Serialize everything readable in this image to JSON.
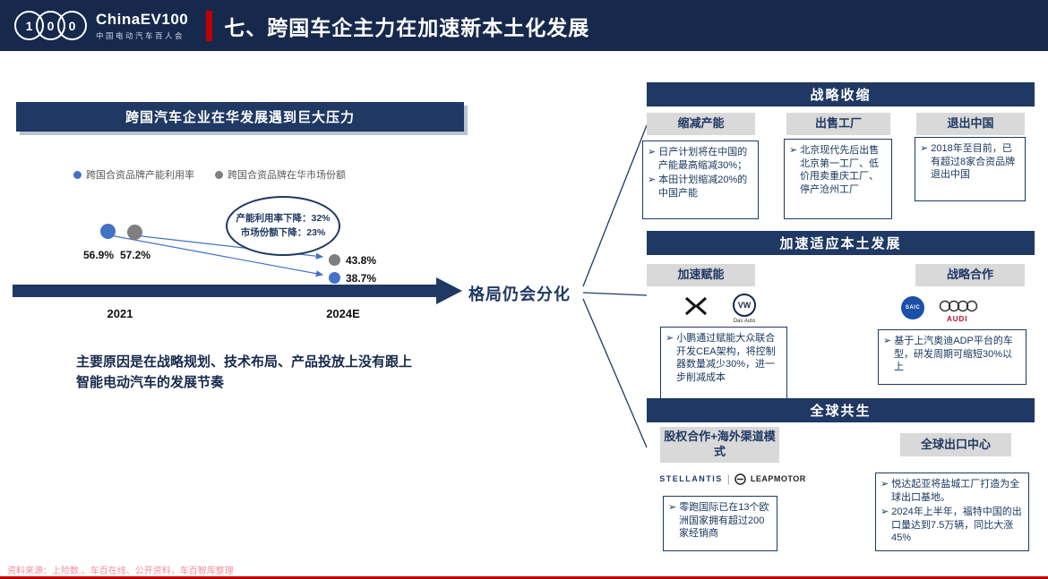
{
  "header": {
    "logo_digits": [
      "1",
      "0",
      "0"
    ],
    "brand": "ChinaEV100",
    "brand_sub": "中国电动汽车百人会",
    "title": "七、跨国车企主力在加速新本土化发展"
  },
  "left_panel": {
    "title": "跨国汽车企业在华发展遇到巨大压力",
    "legend": [
      {
        "label": "跨国合资品牌产能利用率",
        "color": "#4472c4"
      },
      {
        "label": "跨国合资品牌在华市场份额",
        "color": "#7f7f7f"
      }
    ],
    "callout": {
      "line1": "产能利用率下降：32%",
      "line2": "市场份额下降：23%"
    },
    "chart": {
      "blue_2021": "56.9%",
      "gray_2021": "57.2%",
      "gray_2024": "43.8%",
      "blue_2024": "38.7%",
      "x_2021": "2021",
      "x_2024": "2024E"
    },
    "note": "主要原因是在战略规划、技术布局、产品投放上没有跟上智能电动汽车的发展节奏"
  },
  "center": {
    "label": "格局仍会分化"
  },
  "sections": [
    {
      "title": "战略收缩",
      "columns": [
        {
          "header": "缩减产能",
          "bullets": [
            "➢ 日产计划将在中国的产能最高缩减30%；",
            "➢ 本田计划缩减20%的中国产能"
          ]
        },
        {
          "header": "出售工厂",
          "bullets": [
            "➢ 北京现代先后出售北京第一工厂、低价甩卖重庆工厂、停产沧州工厂"
          ]
        },
        {
          "header": "退出中国",
          "bullets": [
            "➢ 2018年至目前，已有超过8家合资品牌退出中国"
          ]
        }
      ]
    },
    {
      "title": "加速适应本土发展",
      "columns": [
        {
          "header": "加速赋能",
          "bullets": [
            "➢ 小鹏通过赋能大众联合开发CEA架构，将控制器数量减少30%，进一步削减成本"
          ]
        },
        {
          "header": "战略合作",
          "bullets": [
            "➢ 基于上汽奥迪ADP平台的车型，研发周期可缩短30%以上"
          ]
        }
      ]
    },
    {
      "title": "全球共生",
      "columns": [
        {
          "header": "股权合作+海外渠道模式",
          "bullets": [
            "➢ 零跑国际已在13个欧洲国家拥有超过200家经销商"
          ]
        },
        {
          "header": "全球出口中心",
          "bullets": [
            "➢ 悦达起亚将盐城工厂打造为全球出口基地。",
            "➢ 2024年上半年，福特中国的出口量达到7.5万辆，同比大涨45%"
          ]
        }
      ]
    }
  ],
  "logos": {
    "vw_monogram": "VW",
    "vw_caption": "Das Auto",
    "saic": "SAIC",
    "audi": "AUDI",
    "stellantis": "STELLANTIS",
    "separator": "|",
    "leapmotor": "LEAPMOTOR"
  },
  "footer": {
    "source": "资料来源：上险数.、车百在线、公开资料，车百智库整理"
  },
  "chart_data": {
    "type": "scatter",
    "x": [
      "2021",
      "2024E"
    ],
    "series": [
      {
        "name": "跨国合资品牌产能利用率",
        "color": "#4472c4",
        "values": [
          56.9,
          38.7
        ]
      },
      {
        "name": "跨国合资品牌在华市场份额",
        "color": "#7f7f7f",
        "values": [
          57.2,
          43.8
        ]
      }
    ],
    "annotations": [
      "产能利用率下降：32%",
      "市场份额下降：23%"
    ],
    "legend_position": "top",
    "grid": false
  },
  "colors": {
    "navy": "#1f3864",
    "topbar": "#16294c",
    "red_accent": "#c00000",
    "gray_box": "#d9d9d9",
    "blue_dot": "#4472c4",
    "gray_dot": "#7f7f7f",
    "footer_pink": "#ef8f9f"
  }
}
